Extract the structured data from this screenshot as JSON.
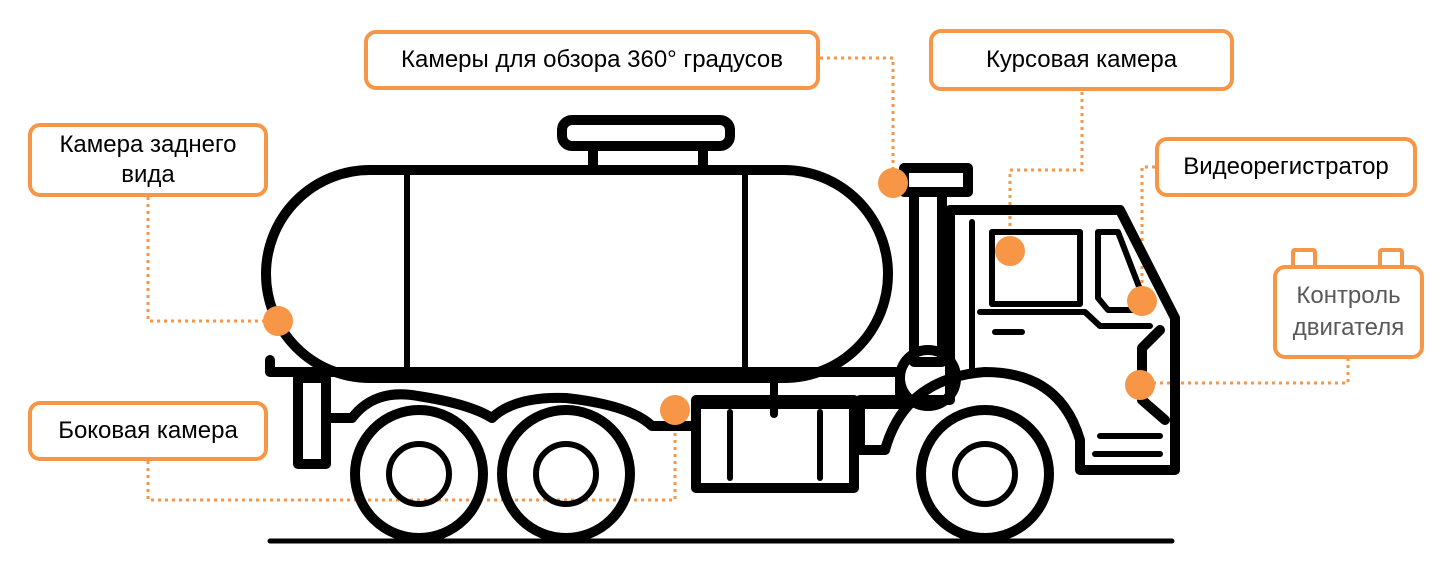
{
  "colors": {
    "accent": "#F79646",
    "outline": "#000000",
    "muted_text": "#595959",
    "background": "#FFFFFF"
  },
  "callouts": {
    "rear_camera": {
      "line1": "Камера заднего",
      "line2": "вида"
    },
    "camera_360": "Камеры для обзора 360° градусов",
    "course_camera": "Курсовая камера",
    "dashcam": "Видеорегистратор",
    "engine_control": {
      "line1": "Контроль",
      "line2": "двигателя"
    },
    "side_camera": "Боковая камера"
  }
}
